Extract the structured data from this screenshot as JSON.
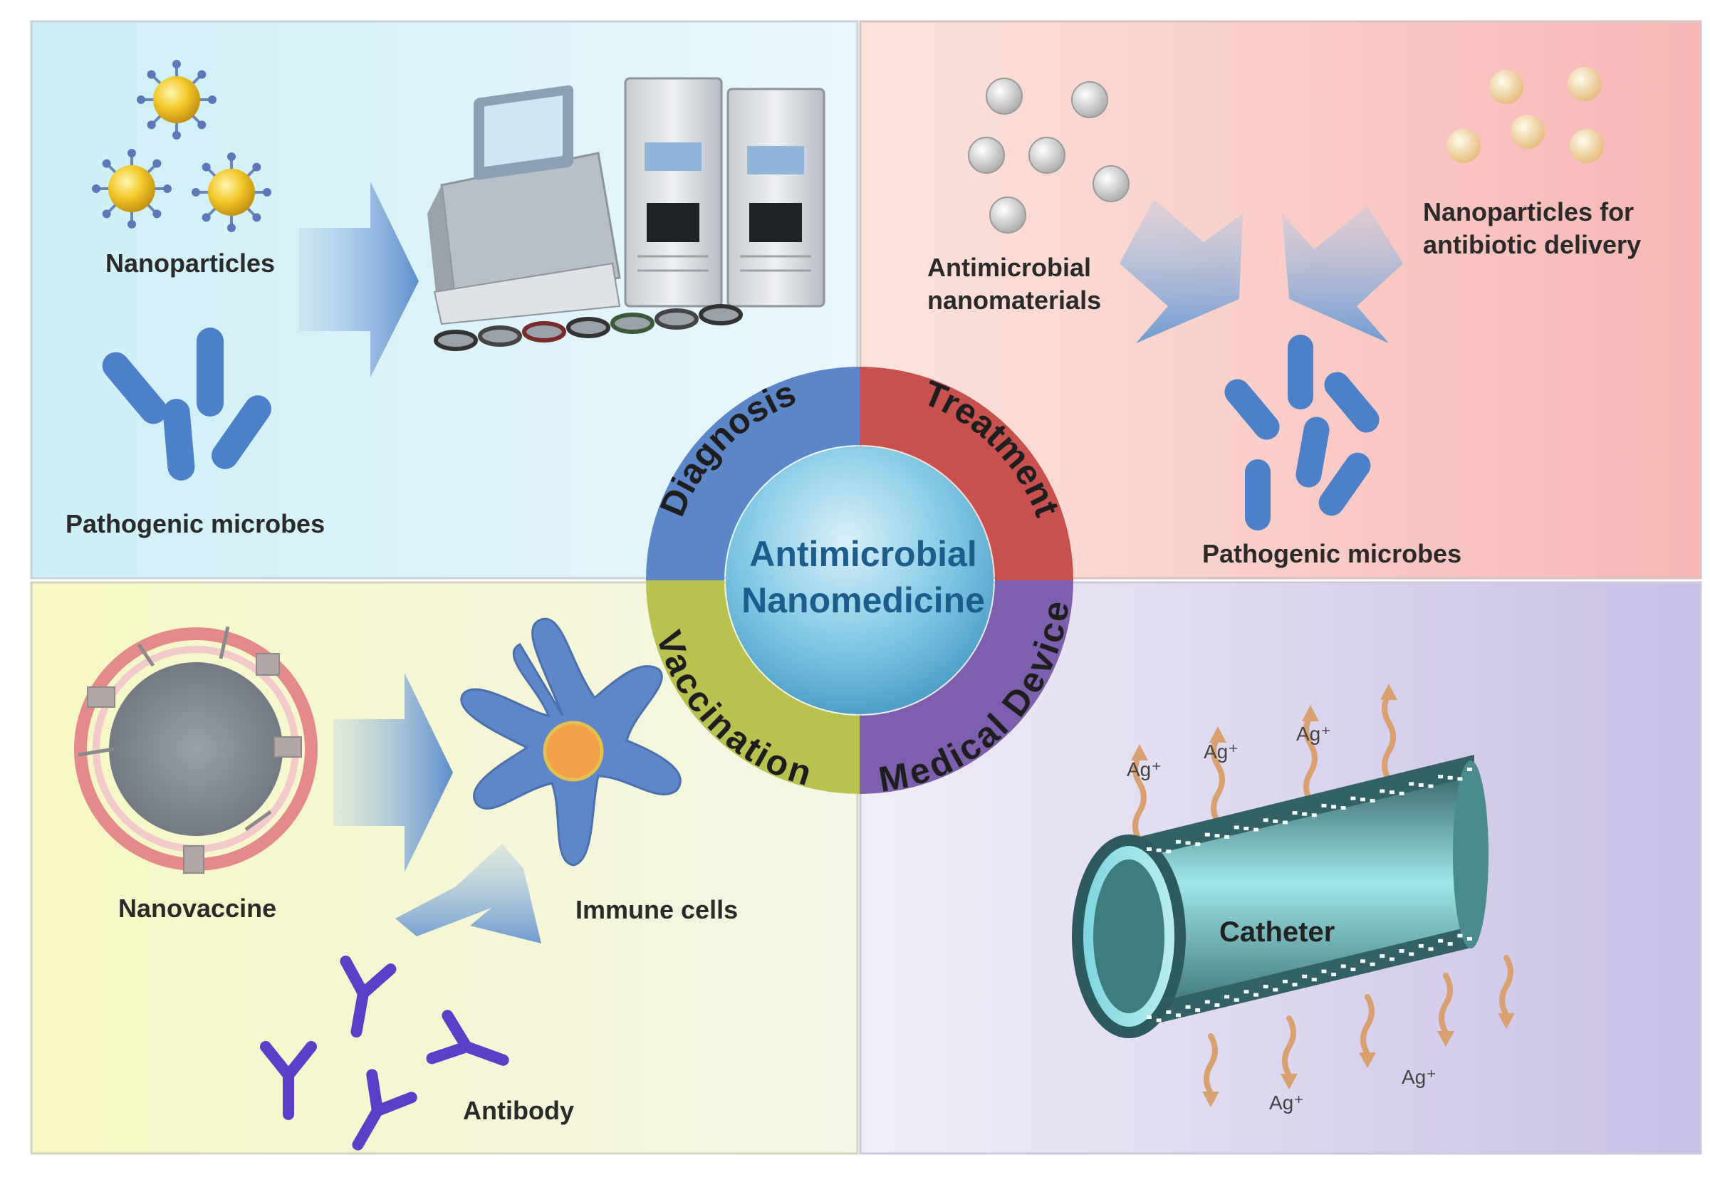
{
  "center": {
    "line1": "Antimicrobial",
    "line2": "Nanomedicine"
  },
  "segments": {
    "diagnosis": "Diagnosis",
    "treatment": "Treatment",
    "vaccination": "Vaccination",
    "medical_device": "Medical Device"
  },
  "diagnosis_panel": {
    "nanoparticles": "Nanoparticles",
    "pathogenic_microbes": "Pathogenic microbes"
  },
  "treatment_panel": {
    "antimicrobial_line1": "Antimicrobial",
    "antimicrobial_line2": "nanomaterials",
    "delivery_line1": "Nanoparticles for",
    "delivery_line2": "antibiotic delivery",
    "pathogenic_microbes": "Pathogenic microbes"
  },
  "vaccination_panel": {
    "nanovaccine": "Nanovaccine",
    "immune_cells": "Immune cells",
    "antibody": "Antibody"
  },
  "device_panel": {
    "catheter": "Catheter",
    "ion": "Ag⁺"
  },
  "colors": {
    "diagnosis": "#5b86c8",
    "treatment": "#c9514d",
    "vaccination": "#b9c24e",
    "medical_device": "#7d5fae",
    "center": "#6ab4d8"
  }
}
